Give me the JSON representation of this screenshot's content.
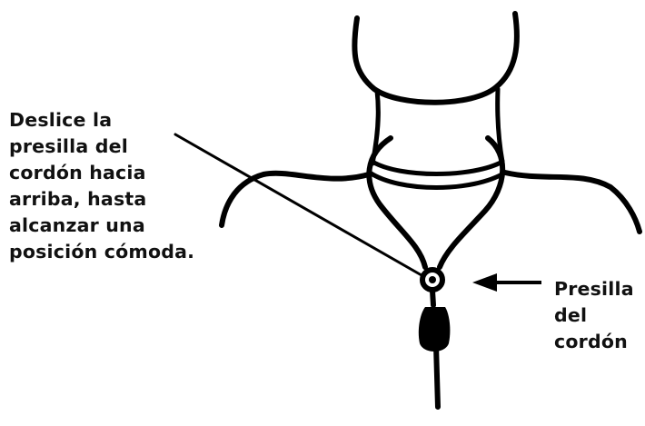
{
  "instruction_label": {
    "lines": [
      "Deslice la",
      "presilla del",
      "cordón hacia",
      "arriba, hasta",
      "alcanzar una",
      "posición cómoda."
    ]
  },
  "part_label": {
    "lines": [
      "Presilla",
      "del",
      "cordón"
    ]
  }
}
